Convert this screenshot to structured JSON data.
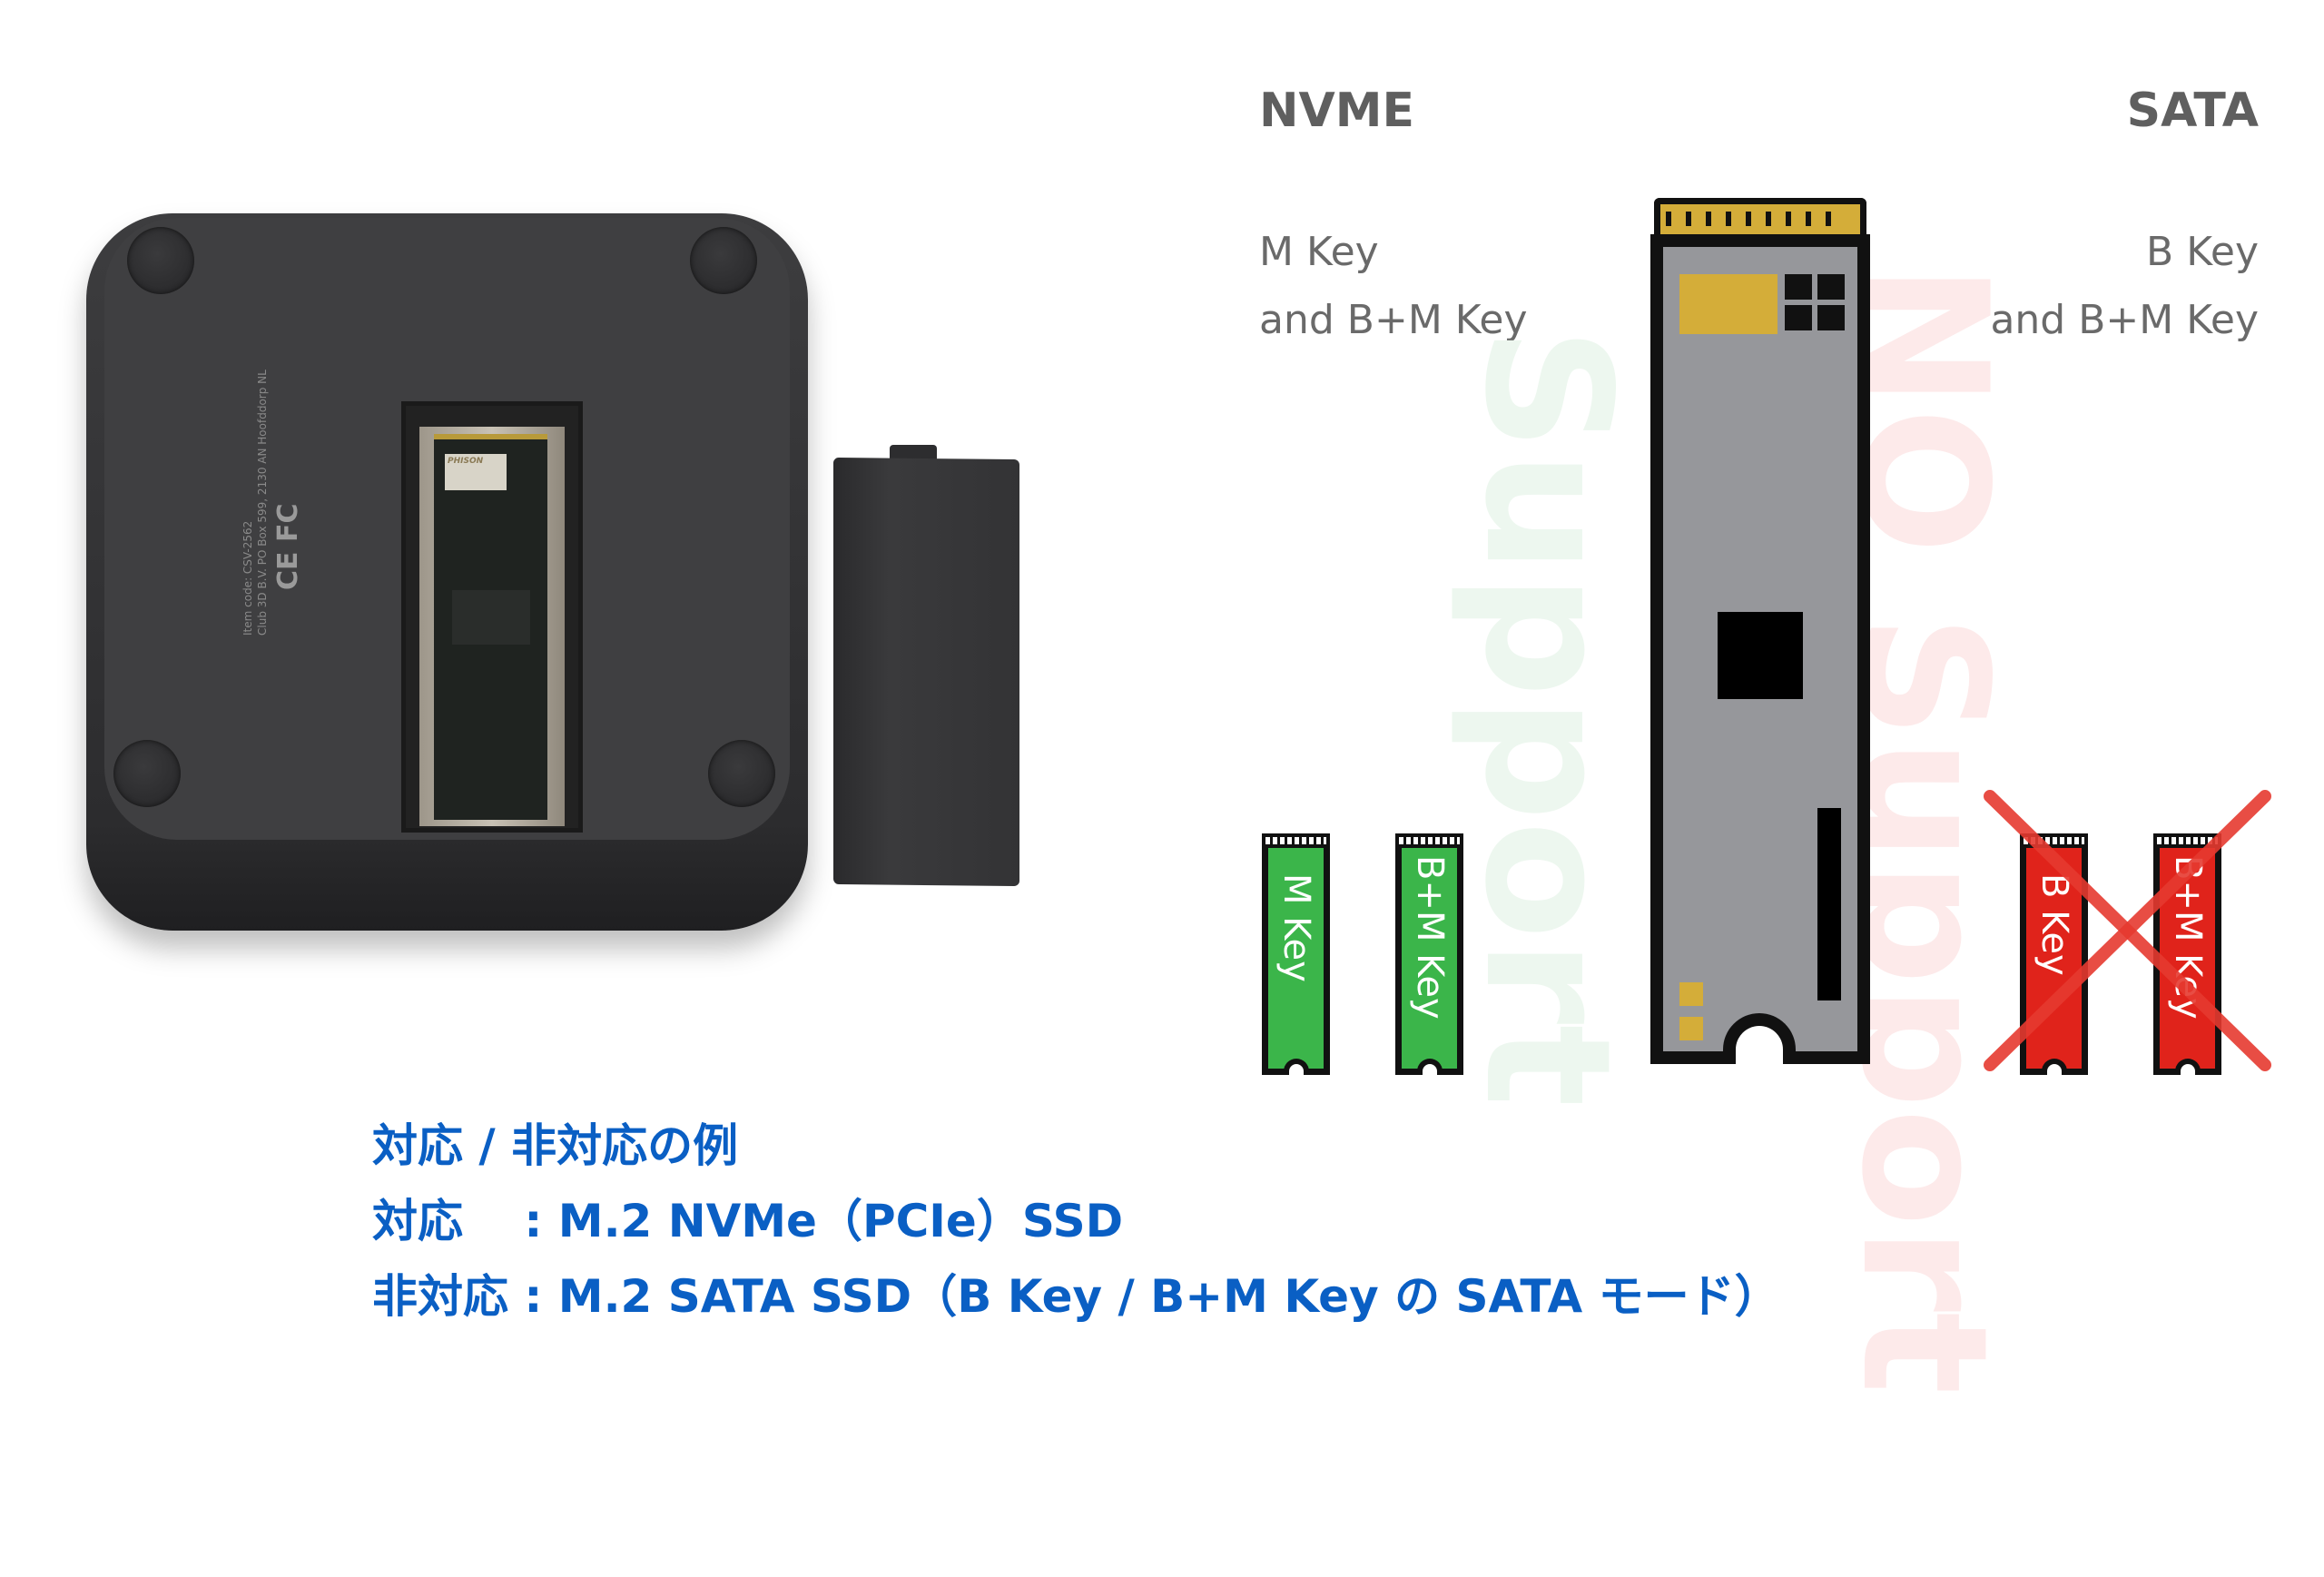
{
  "device_photo": {
    "legal_line1": "Item code: CSV-2562",
    "legal_line2": "Club 3D B.V. PO Box 599, 2130 AN Hoofddorp NL",
    "cert_marks": "CE FC",
    "ssd_controller_label": "PHISON"
  },
  "diagram": {
    "nvme": {
      "title": "NVME",
      "line1": "M Key",
      "line2": "and B+M Key",
      "watermark": "Support",
      "sticks": [
        "M Key",
        "B+M Key"
      ]
    },
    "sata": {
      "title": "SATA",
      "line1": "B Key",
      "line2": "and B+M Key",
      "watermark": "NO Support",
      "sticks": [
        "B Key",
        "B+M Key"
      ]
    },
    "colors": {
      "supported": "#3bb54a",
      "unsupported": "#e0231b",
      "gold": "#d4ad39",
      "pcb": "#96979b"
    }
  },
  "info": {
    "heading": "対応 / 非対応の例",
    "supported": "対応　 : M.2 NVMe（PCIe）SSD",
    "unsupported": "非対応 : M.2 SATA SSD（B Key / B+M Key の SATA モード）",
    "color": "#0a5fc4"
  }
}
